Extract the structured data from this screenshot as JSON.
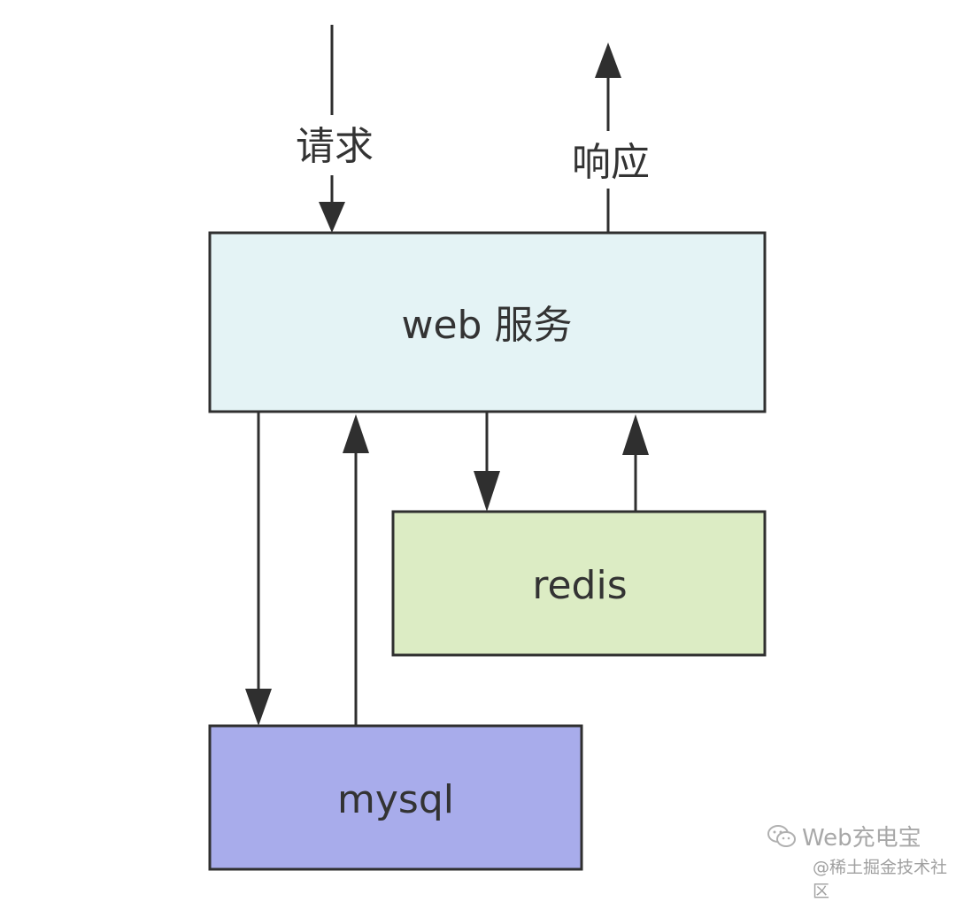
{
  "nodes": {
    "web": {
      "label": "web 服务",
      "fill": "#e4f3f5"
    },
    "redis": {
      "label": "redis",
      "fill": "#dcecc4"
    },
    "mysql": {
      "label": "mysql",
      "fill": "#a8aceb"
    }
  },
  "arrows": {
    "request": {
      "label": "请求"
    },
    "response": {
      "label": "响应"
    }
  },
  "watermark": {
    "account": "Web充电宝",
    "site": "@稀土掘金技术社区"
  },
  "colors": {
    "stroke": "#2f2f2f",
    "text": "#333333"
  }
}
